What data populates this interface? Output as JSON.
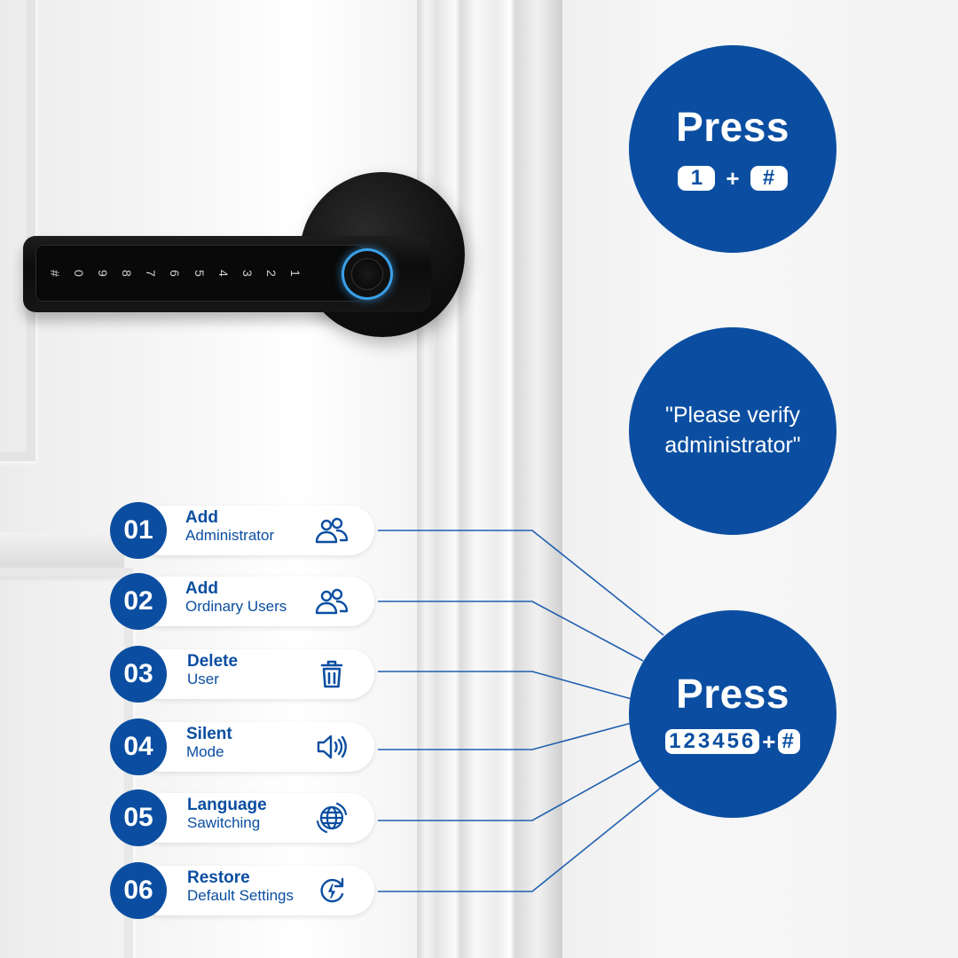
{
  "lock": {
    "keys": [
      "#",
      "0",
      "9",
      "8",
      "7",
      "6",
      "5",
      "4",
      "3",
      "2",
      "1"
    ]
  },
  "step1": {
    "press_label": "Press",
    "key_1": "1",
    "plus": "+",
    "key_2": "#"
  },
  "step2": {
    "prompt": "\"Please verify administrator\""
  },
  "step3": {
    "press_label": "Press",
    "key_1": "123456",
    "plus": "+",
    "key_2": "#"
  },
  "menu": [
    {
      "number": "01",
      "title": "Add",
      "subtitle": "Administrator",
      "icon": "users-icon"
    },
    {
      "number": "02",
      "title": "Add",
      "subtitle": "Ordinary Users",
      "icon": "users-icon"
    },
    {
      "number": "03",
      "title": "Delete",
      "subtitle": "User",
      "icon": "trash-icon"
    },
    {
      "number": "04",
      "title": "Silent",
      "subtitle": "Mode",
      "icon": "speaker-icon"
    },
    {
      "number": "05",
      "title": "Language",
      "subtitle": "Sawitching",
      "icon": "globe-icon"
    },
    {
      "number": "06",
      "title": "Restore",
      "subtitle": "Default Settings",
      "icon": "restore-icon"
    }
  ],
  "colors": {
    "brand_blue": "#0b4ea1",
    "fingerprint_glow": "#3aa0e8",
    "connector": "#1f5fb0"
  }
}
